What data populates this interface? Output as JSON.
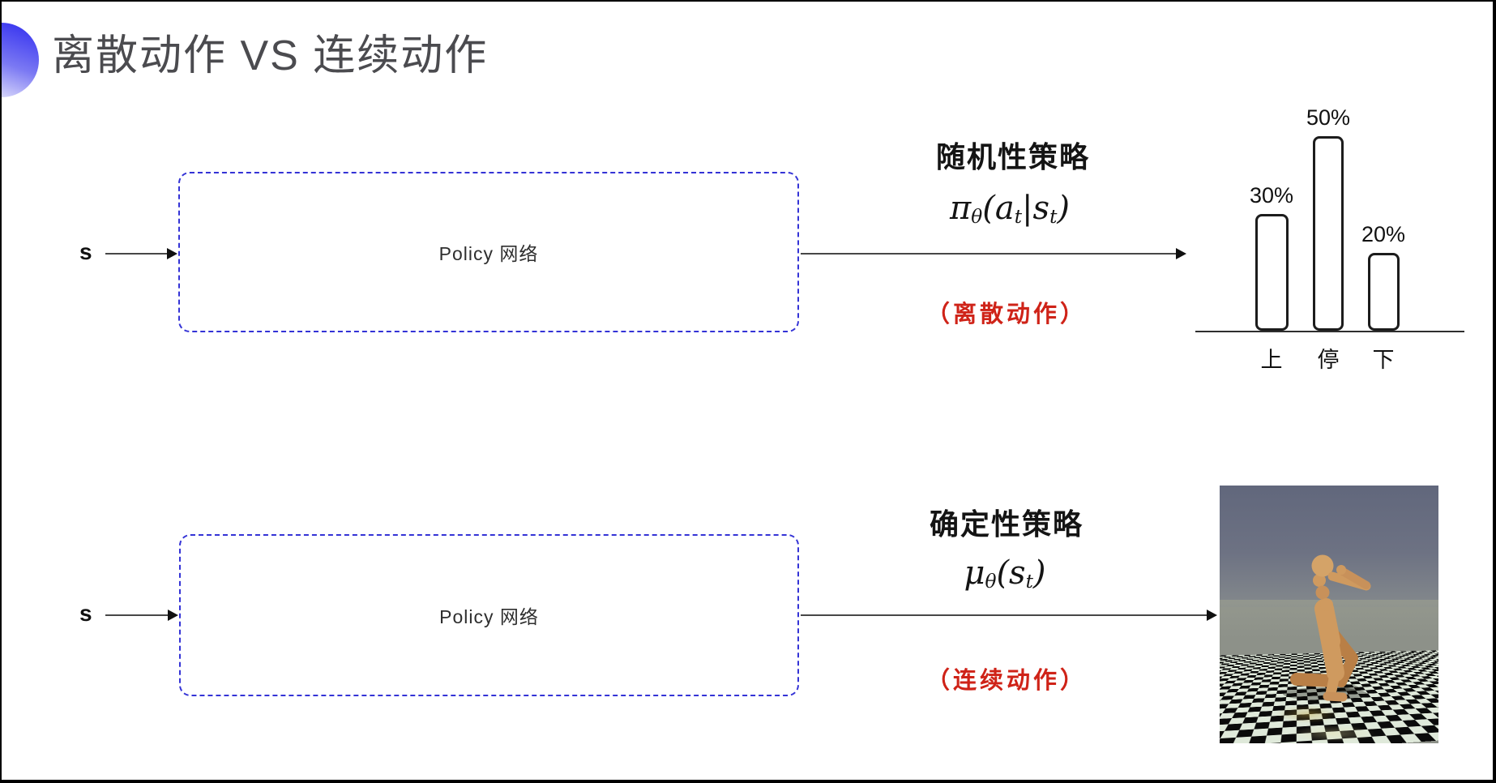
{
  "slide": {
    "title": "离散动作 VS 连续动作"
  },
  "top_flow": {
    "input_label": "s",
    "box_label": "Policy 网络",
    "policy_name": "随机性策略",
    "formula": {
      "sym": "π",
      "sub1": "θ",
      "mid1": "(a",
      "sub2": "t",
      "mid2": "|s",
      "sub3": "t",
      "end": ")"
    },
    "action_note": "（离散动作）"
  },
  "bottom_flow": {
    "input_label": "s",
    "box_label": "Policy 网络",
    "policy_name": "确定性策略",
    "formula": {
      "sym": "μ",
      "sub1": "θ",
      "mid1": "(s",
      "sub2": "t",
      "end": ")"
    },
    "action_note": "（连续动作）"
  },
  "chart_data": {
    "type": "bar",
    "categories": [
      "上",
      "停",
      "下"
    ],
    "values": [
      30,
      50,
      20
    ],
    "value_labels": [
      "30%",
      "50%",
      "20%"
    ],
    "title": "",
    "xlabel": "",
    "ylabel": "",
    "ylim": [
      0,
      55
    ],
    "grid": false,
    "legend": false
  },
  "robot_view": {
    "alt": "humanoid robot on checkerboard floor (physics simulation)"
  },
  "colors": {
    "box_border": "#3433d6",
    "accent_red": "#cf2318",
    "title_text": "#4b4b4f",
    "heading_text": "#141414",
    "arrow": "#474747",
    "bar_outline": "#1c1c1c"
  }
}
